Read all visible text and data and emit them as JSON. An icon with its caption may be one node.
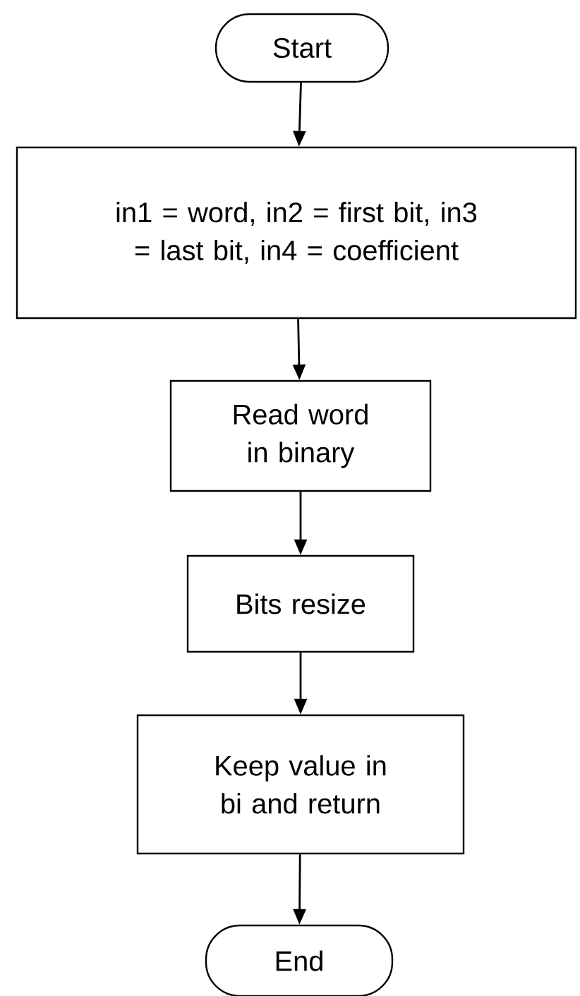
{
  "diagram": {
    "nodes": [
      {
        "text": [
          "Start"
        ]
      },
      {
        "text": [
          "in1 = word, in2 = first bit, in3 = last bit, in4 = coefficient"
        ]
      },
      {
        "text": [
          "Read word in binary"
        ]
      },
      {
        "text": [
          "Bits resize"
        ]
      },
      {
        "text": [
          "Keep value in bi and return"
        ]
      },
      {
        "text": [
          "End"
        ]
      }
    ],
    "edges": [
      {
        "from": 0,
        "to": 1,
        "arrow": "to"
      },
      {
        "from": 1,
        "to": 2,
        "arrow": "to"
      },
      {
        "from": 2,
        "to": 3,
        "arrow": "to"
      },
      {
        "from": 3,
        "to": 4,
        "arrow": "to"
      },
      {
        "from": 4,
        "to": 5,
        "arrow": "to"
      }
    ]
  }
}
